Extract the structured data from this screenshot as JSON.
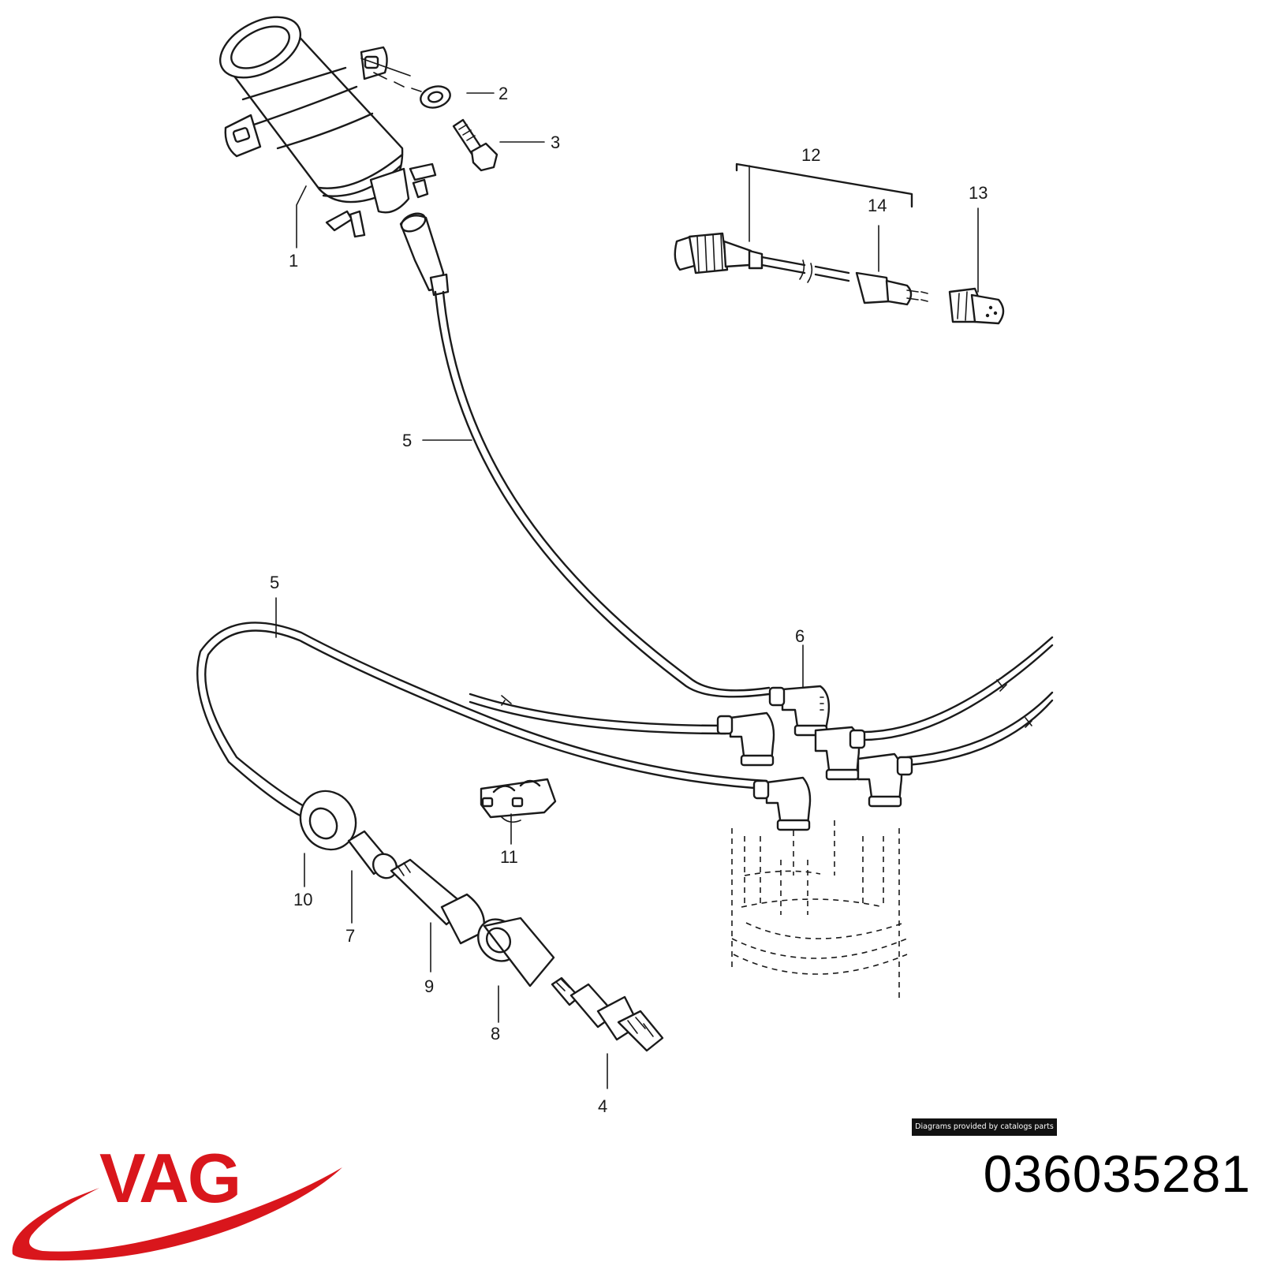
{
  "diagram": {
    "callouts": [
      {
        "id": "c1",
        "label": "1"
      },
      {
        "id": "c2",
        "label": "2"
      },
      {
        "id": "c3",
        "label": "3"
      },
      {
        "id": "c4",
        "label": "4"
      },
      {
        "id": "c5a",
        "label": "5"
      },
      {
        "id": "c5b",
        "label": "5"
      },
      {
        "id": "c6",
        "label": "6"
      },
      {
        "id": "c7",
        "label": "7"
      },
      {
        "id": "c8",
        "label": "8"
      },
      {
        "id": "c9",
        "label": "9"
      },
      {
        "id": "c10",
        "label": "10"
      },
      {
        "id": "c11",
        "label": "11"
      },
      {
        "id": "c12",
        "label": "12"
      },
      {
        "id": "c13",
        "label": "13"
      },
      {
        "id": "c14",
        "label": "14"
      }
    ],
    "credit": "Diagrams provided by catalogs parts"
  },
  "brand": {
    "name": "VAG",
    "color": "#d9161c",
    "icon": "swoosh-logo-icon"
  },
  "part_number": "036035281"
}
